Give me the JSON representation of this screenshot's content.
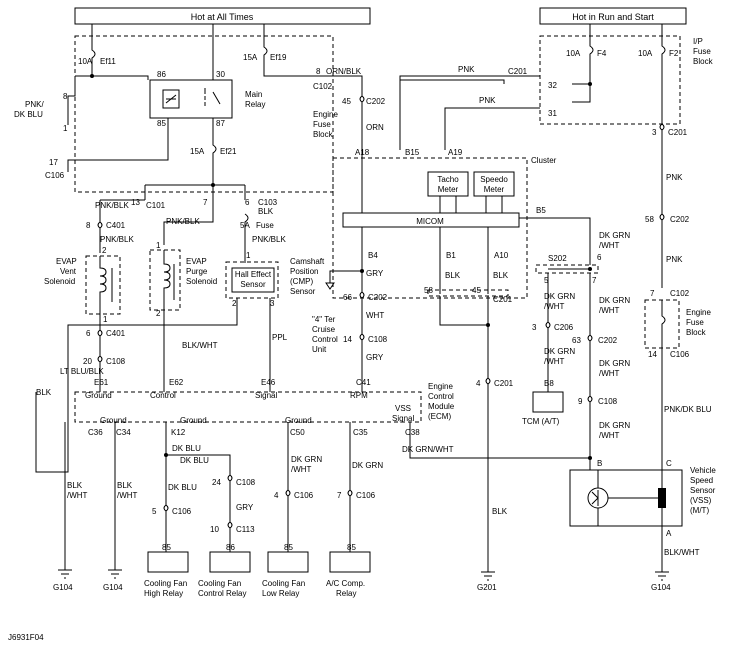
{
  "diagram": {
    "header_hot_all": "Hot at All Times",
    "header_hot_run": "Hot in Run and Start",
    "figure_id": "J6931F04",
    "engine_fuse_block": [
      "Engine",
      "Fuse",
      "Block"
    ],
    "ip_fuse_block": [
      "I/P",
      "Fuse",
      "Block"
    ],
    "engine_fuse_block_right": [
      "Engine",
      "Fuse",
      "Block"
    ],
    "main_relay": [
      "Main",
      "Relay"
    ],
    "cluster": "Cluster",
    "tacho_meter": [
      "Tacho",
      "Meter"
    ],
    "speedo_meter": [
      "Speedo",
      "Meter"
    ],
    "micom": "MICOM",
    "evap_vent": [
      "EVAP",
      "Vent",
      "Solenoid"
    ],
    "evap_purge": [
      "EVAP",
      "Purge",
      "Solenoid"
    ],
    "hall_sensor": [
      "Hall Effect",
      "Sensor"
    ],
    "cmp_sensor": [
      "Camshaft",
      "Position",
      "(CMP)",
      "Sensor"
    ],
    "cruise_unit": [
      "\"4\" Ter",
      "Cruise",
      "Control",
      "Unit"
    ],
    "ecm": [
      "Engine",
      "Control",
      "Module",
      "(ECM)"
    ],
    "tcm": "TCM (A/T)",
    "vss": [
      "Vehicle",
      "Speed",
      "Sensor",
      "(VSS)",
      "(M/T)"
    ],
    "relays": [
      [
        "Cooling Fan",
        "High Relay"
      ],
      [
        "Cooling Fan",
        "Control Relay"
      ],
      [
        "Cooling Fan",
        "Low Relay"
      ],
      [
        "A/C Comp.",
        "Relay"
      ]
    ],
    "grounds": [
      "G104",
      "G104",
      "G201",
      "G104"
    ],
    "fuses": {
      "ef11_amp": "10A",
      "ef11": "Ef11",
      "ef19_amp": "15A",
      "ef19": "Ef19",
      "ef21_amp": "15A",
      "ef21": "Ef21",
      "f4_amp": "10A",
      "f4": "F4",
      "f2_amp": "10A",
      "f2": "F2",
      "fuse5_amp": "5A",
      "fuse5": "Fuse"
    },
    "wires": {
      "pnk_dkblu": [
        "PNK/",
        "DK BLU"
      ],
      "orn_blk": "ORN/BLK",
      "orn": "ORN",
      "pnk": "PNK",
      "pnk_blk": "PNK/BLK",
      "blk": "BLK",
      "gry": "GRY",
      "wht": "WHT",
      "ppl": "PPL",
      "blk_wht": "BLK/WHT",
      "blk_wht_stack": [
        "BLK",
        "/WHT"
      ],
      "ltblu_blk": "LT BLU/BLK",
      "dkgrn_wht": "DK GRN/WHT",
      "dkgrn_wht_stack": [
        "DK GRN",
        "/WHT"
      ],
      "dkblu": "DK BLU",
      "dkgrn": "DK GRN",
      "pnk_dkblu_right": "PNK/DK BLU"
    },
    "connectors": {
      "c102": "C102",
      "c202": "C202",
      "c106": "C106",
      "c101": "C101",
      "c103": "C103",
      "c401": "C401",
      "c108": "C108",
      "c201": "C201",
      "c206": "C206",
      "c113": "C113",
      "s202": "S202"
    },
    "pins": {
      "p8": "8",
      "p1": "1",
      "p17": "17",
      "p86": "86",
      "p30": "30",
      "p85": "85",
      "p87": "87",
      "p45": "45",
      "p32": "32",
      "p31": "31",
      "p3": "3",
      "p13": "13",
      "p7": "7",
      "p6": "6",
      "p2": "2",
      "p20": "20",
      "p66": "66",
      "p14": "14",
      "p58": "58",
      "p4": "4",
      "p63": "63",
      "p9": "9",
      "p5": "5",
      "p24": "24",
      "p10": "10",
      "a18": "A18",
      "b15": "B15",
      "a19": "A19",
      "b5": "B5",
      "b4": "B4",
      "b1": "B1",
      "a10": "A10",
      "b8": "B8",
      "e61": "E61",
      "e62": "E62",
      "e46": "E46",
      "c41": "C41",
      "c36": "C36",
      "c34": "C34",
      "k12": "K12",
      "c50": "C50",
      "c35": "C35",
      "c38": "C38",
      "vb": "B",
      "vc": "C",
      "va": "A"
    },
    "ecm_pins": {
      "ground": "Ground",
      "control": "Control",
      "signal": "Signal",
      "rpm": "RPM",
      "vss_signal": [
        "VSS",
        "Signal"
      ]
    }
  }
}
